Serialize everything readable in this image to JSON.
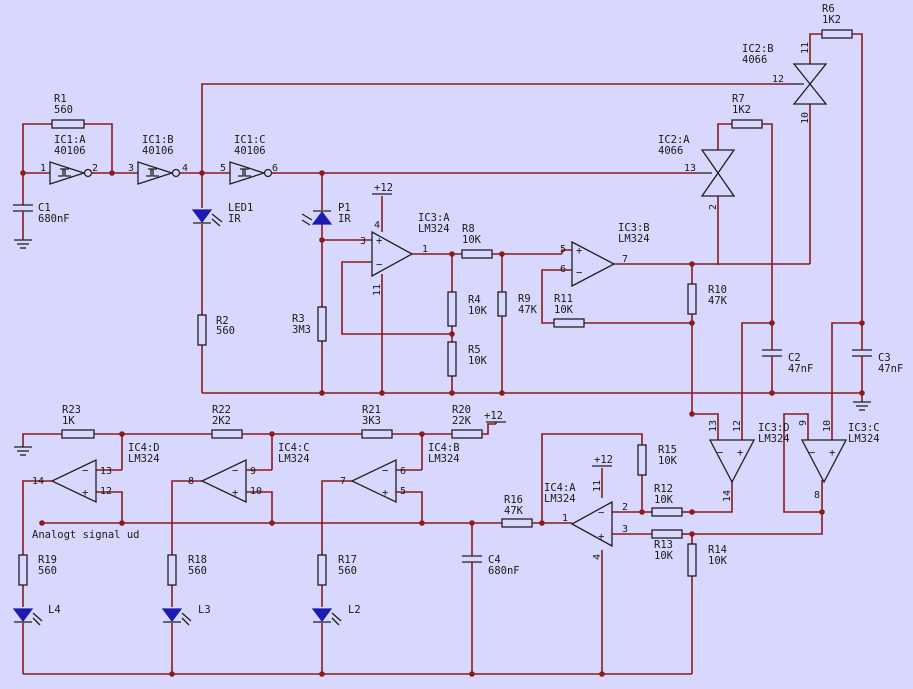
{
  "colors": {
    "background": "#d8d8ff",
    "wire": "#8b1a1a",
    "component": "#1f1f1f",
    "led": "#1c1cb0"
  },
  "net_label": "Analogt signal ud",
  "components": [
    {
      "ref": "R1",
      "value": "560"
    },
    {
      "ref": "R2",
      "value": "560"
    },
    {
      "ref": "R3",
      "value": "3M3"
    },
    {
      "ref": "R4",
      "value": "10K"
    },
    {
      "ref": "R5",
      "value": "10K"
    },
    {
      "ref": "R6",
      "value": "1K2"
    },
    {
      "ref": "R7",
      "value": "1K2"
    },
    {
      "ref": "R8",
      "value": "10K"
    },
    {
      "ref": "R9",
      "value": "47K"
    },
    {
      "ref": "R10",
      "value": "47K"
    },
    {
      "ref": "R11",
      "value": "10K"
    },
    {
      "ref": "R12",
      "value": "10K"
    },
    {
      "ref": "R13",
      "value": "10K"
    },
    {
      "ref": "R14",
      "value": "10K"
    },
    {
      "ref": "R15",
      "value": "10K"
    },
    {
      "ref": "R16",
      "value": "47K"
    },
    {
      "ref": "R17",
      "value": "560"
    },
    {
      "ref": "R18",
      "value": "560"
    },
    {
      "ref": "R19",
      "value": "560"
    },
    {
      "ref": "R20",
      "value": "22K"
    },
    {
      "ref": "R21",
      "value": "3K3"
    },
    {
      "ref": "R22",
      "value": "2K2"
    },
    {
      "ref": "R23",
      "value": "1K"
    },
    {
      "ref": "C1",
      "value": "680nF"
    },
    {
      "ref": "C2",
      "value": "47nF"
    },
    {
      "ref": "C3",
      "value": "47nF"
    },
    {
      "ref": "C4",
      "value": "680nF"
    },
    {
      "ref": "LED1",
      "value": "IR"
    },
    {
      "ref": "P1",
      "value": "IR"
    },
    {
      "ref": "L2",
      "value": ""
    },
    {
      "ref": "L3",
      "value": ""
    },
    {
      "ref": "L4",
      "value": ""
    },
    {
      "ref": "IC1:A",
      "value": "40106"
    },
    {
      "ref": "IC1:B",
      "value": "40106"
    },
    {
      "ref": "IC1:C",
      "value": "40106"
    },
    {
      "ref": "IC2:A",
      "value": "4066"
    },
    {
      "ref": "IC2:B",
      "value": "4066"
    },
    {
      "ref": "IC3:A",
      "value": "LM324"
    },
    {
      "ref": "IC3:B",
      "value": "LM324"
    },
    {
      "ref": "IC3:C",
      "value": "LM324"
    },
    {
      "ref": "IC3:D",
      "value": "LM324"
    },
    {
      "ref": "IC4:A",
      "value": "LM324"
    },
    {
      "ref": "IC4:B",
      "value": "LM324"
    },
    {
      "ref": "IC4:C",
      "value": "LM324"
    },
    {
      "ref": "IC4:D",
      "value": "LM324"
    }
  ],
  "supplies": [
    "+12",
    "+12",
    "+12"
  ],
  "pins": [
    "1",
    "2",
    "3",
    "4",
    "5",
    "6",
    "13",
    "12",
    "11",
    "10",
    "2",
    "3",
    "4",
    "11",
    "1",
    "5",
    "6",
    "7",
    "13",
    "12",
    "14",
    "9",
    "10",
    "8",
    "14",
    "13",
    "12",
    "8",
    "9",
    "10",
    "7",
    "6",
    "5",
    "11",
    "2",
    "3",
    "1",
    "4"
  ]
}
